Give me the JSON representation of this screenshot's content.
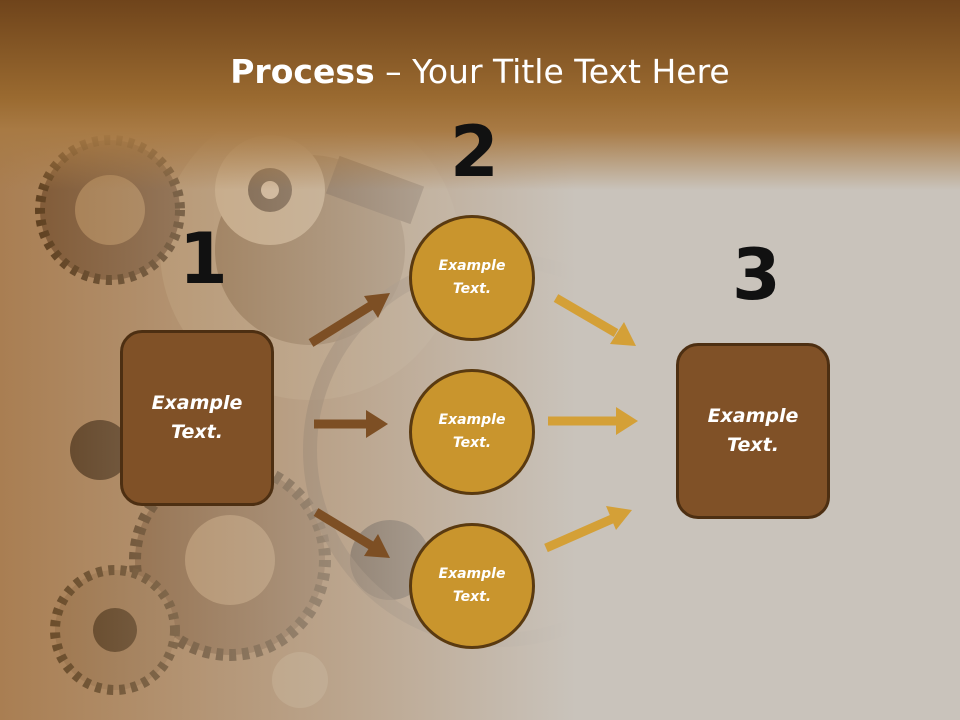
{
  "slide": {
    "title_bold": "Process",
    "title_rest": " – Your Title Text Here",
    "steps": [
      {
        "number": "1",
        "text": "Example\nText."
      },
      {
        "number": "2",
        "text": "Example\nText."
      },
      {
        "number": "3",
        "text": "Example\nText."
      }
    ],
    "circles": [
      {
        "text": "Example\nText."
      },
      {
        "text": "Example\nText."
      },
      {
        "text": "Example\nText."
      }
    ]
  },
  "colors": {
    "header": "#7a4a1c",
    "box_fill": "#805127",
    "circle_fill": "#c9952d",
    "arrow_left": "#7d4f24",
    "arrow_right": "#d4a037",
    "background_gray": "#c9c3bb"
  },
  "icons": [
    "arrow-right-icon",
    "arrow-up-right-icon",
    "arrow-down-right-icon",
    "clockwork-gears-image"
  ]
}
